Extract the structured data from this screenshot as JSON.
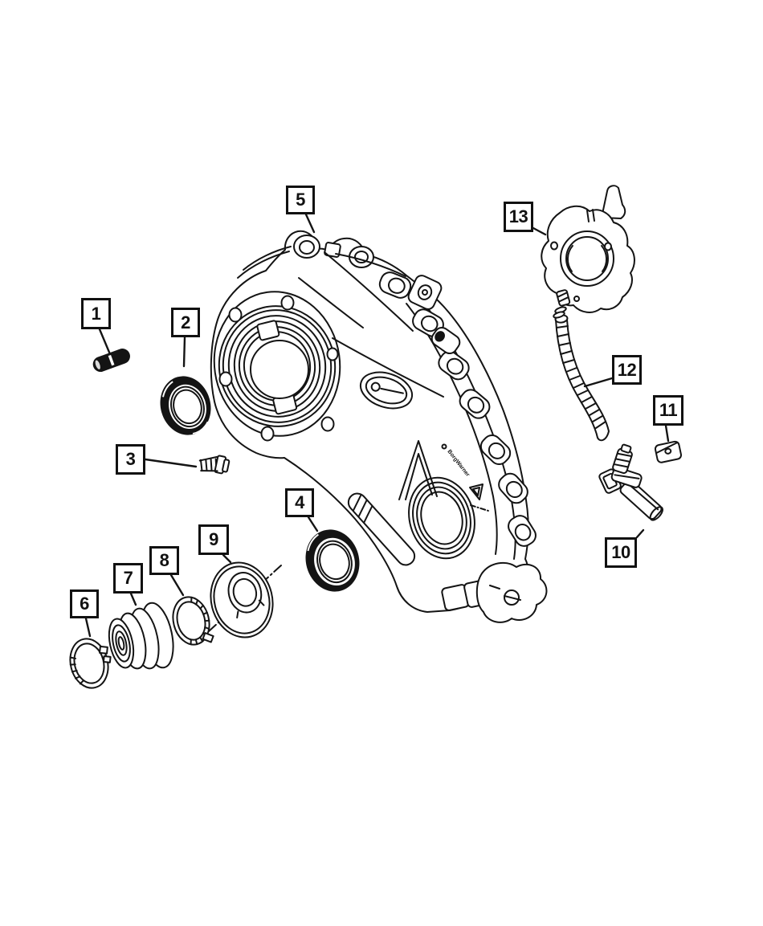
{
  "diagram": {
    "type": "exploded-parts-diagram",
    "background_color": "#ffffff",
    "line_color": "#141414",
    "callouts": [
      {
        "label": "1"
      },
      {
        "label": "2"
      },
      {
        "label": "3"
      },
      {
        "label": "4"
      },
      {
        "label": "5"
      },
      {
        "label": "6"
      },
      {
        "label": "7"
      },
      {
        "label": "8"
      },
      {
        "label": "9"
      },
      {
        "label": "10"
      },
      {
        "label": "11"
      },
      {
        "label": "12"
      },
      {
        "label": "13"
      }
    ],
    "case_marking": {
      "brand_text": "BorgWarner"
    }
  }
}
